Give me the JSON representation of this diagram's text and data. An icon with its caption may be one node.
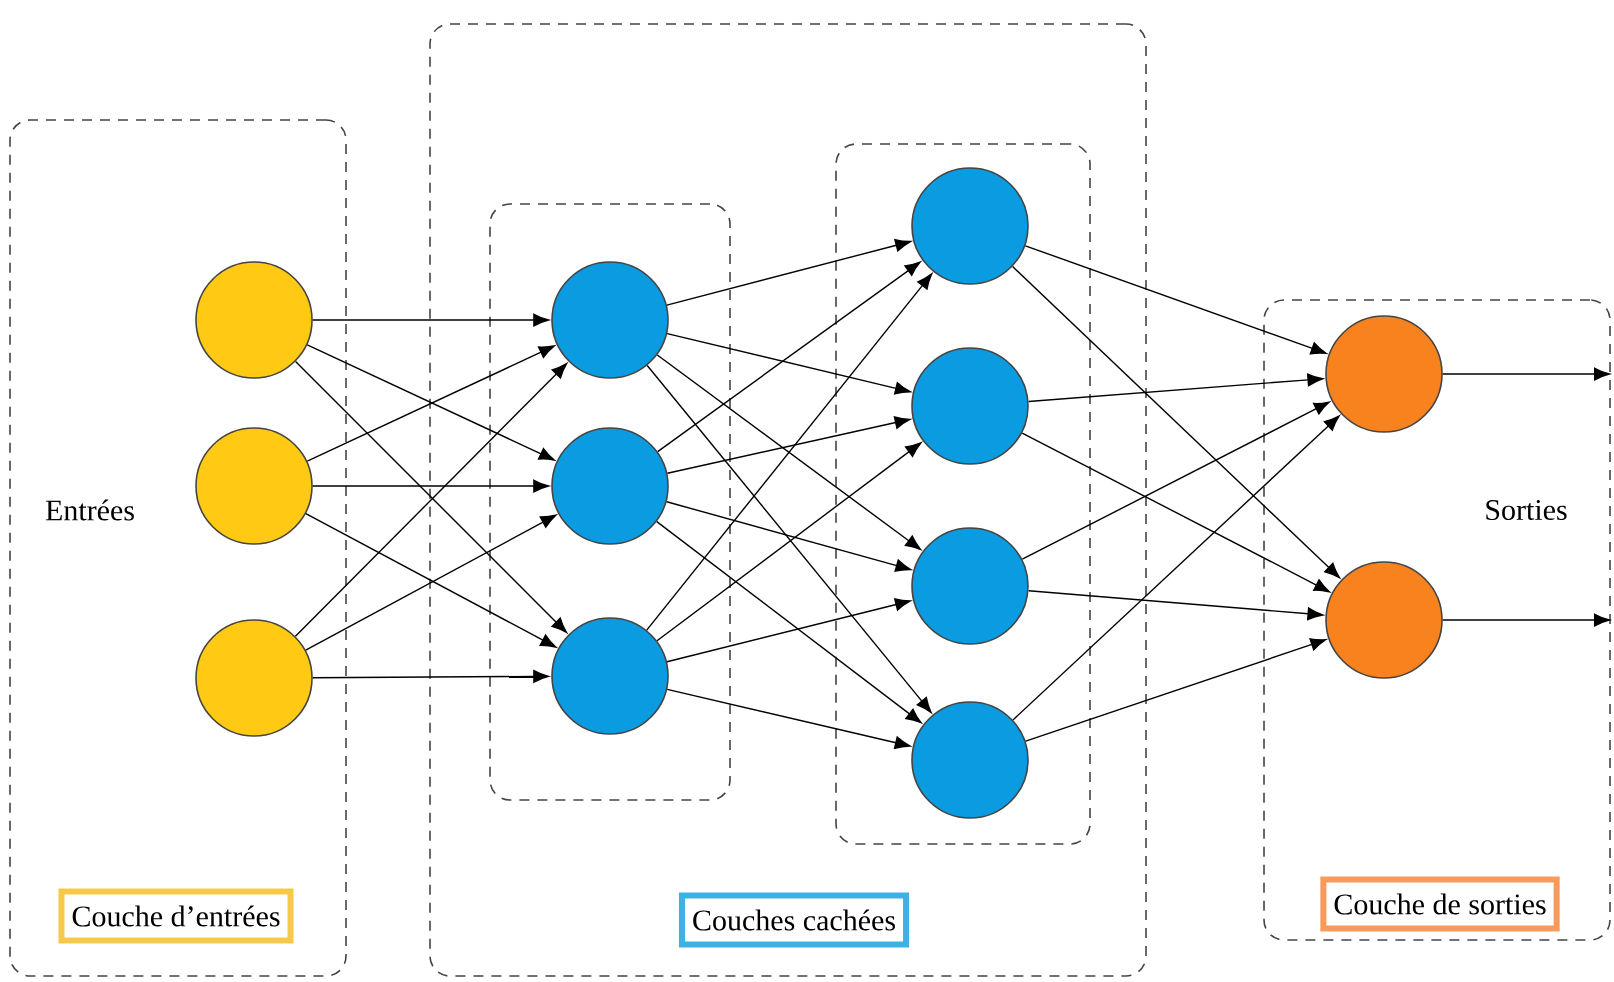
{
  "diagram": {
    "nodes": [
      {
        "text": [
          "Entrées"
        ]
      },
      {
        "text": [
          "Couche d’entrées"
        ],
        "in": 0
      },
      {
        "text": [],
        "shape": "circle",
        "in": 0
      },
      {
        "text": [],
        "shape": "circle",
        "in": 0
      },
      {
        "text": [],
        "shape": "circle",
        "in": 0
      },
      {
        "text": [],
        "shape": "box"
      },
      {
        "text": [
          "Couches cachées"
        ],
        "in": 5
      },
      {
        "text": [],
        "shape": "box",
        "in": 5
      },
      {
        "text": [],
        "shape": "circle",
        "in": 7
      },
      {
        "text": [],
        "shape": "circle",
        "in": 7
      },
      {
        "text": [],
        "shape": "circle",
        "in": 7
      },
      {
        "text": [],
        "shape": "box",
        "in": 5
      },
      {
        "text": [],
        "shape": "circle",
        "in": 11
      },
      {
        "text": [],
        "shape": "circle",
        "in": 11
      },
      {
        "text": [],
        "shape": "circle",
        "in": 11
      },
      {
        "text": [],
        "shape": "circle",
        "in": 11
      },
      {
        "text": [
          "Sorties"
        ]
      },
      {
        "text": [
          "Couche de sorties"
        ],
        "in": 16
      },
      {
        "text": [],
        "shape": "circle",
        "in": 16
      },
      {
        "text": [],
        "shape": "circle",
        "in": 16
      }
    ],
    "edges": [
      {
        "from": 2,
        "to": 8,
        "arrow": "to"
      },
      {
        "from": 2,
        "to": 9,
        "arrow": "to"
      },
      {
        "from": 2,
        "to": 10,
        "arrow": "to"
      },
      {
        "from": 3,
        "to": 8,
        "arrow": "to"
      },
      {
        "from": 3,
        "to": 9,
        "arrow": "to"
      },
      {
        "from": 3,
        "to": 10,
        "arrow": "to"
      },
      {
        "from": 4,
        "to": 8,
        "arrow": "to"
      },
      {
        "from": 4,
        "to": 9,
        "arrow": "to"
      },
      {
        "from": 4,
        "to": 10,
        "arrow": "to"
      },
      {
        "from": 8,
        "to": 12,
        "arrow": "to"
      },
      {
        "from": 8,
        "to": 13,
        "arrow": "to"
      },
      {
        "from": 8,
        "to": 14,
        "arrow": "to"
      },
      {
        "from": 8,
        "to": 15,
        "arrow": "to"
      },
      {
        "from": 9,
        "to": 12,
        "arrow": "to"
      },
      {
        "from": 9,
        "to": 13,
        "arrow": "to"
      },
      {
        "from": 9,
        "to": 14,
        "arrow": "to"
      },
      {
        "from": 9,
        "to": 15,
        "arrow": "to"
      },
      {
        "from": 10,
        "to": 12,
        "arrow": "to"
      },
      {
        "from": 10,
        "to": 13,
        "arrow": "to"
      },
      {
        "from": 10,
        "to": 14,
        "arrow": "to"
      },
      {
        "from": 10,
        "to": 15,
        "arrow": "to"
      },
      {
        "from": 12,
        "to": 18,
        "arrow": "to"
      },
      {
        "from": 12,
        "to": 19,
        "arrow": "to"
      },
      {
        "from": 13,
        "to": 18,
        "arrow": "to"
      },
      {
        "from": 13,
        "to": 19,
        "arrow": "to"
      },
      {
        "from": 14,
        "to": 18,
        "arrow": "to"
      },
      {
        "from": 14,
        "to": 19,
        "arrow": "to"
      },
      {
        "from": 15,
        "to": 18,
        "arrow": "to"
      },
      {
        "from": 15,
        "to": 19,
        "arrow": "to"
      },
      {
        "from": 18,
        "to": null,
        "arrow": "to"
      },
      {
        "from": 19,
        "to": null,
        "arrow": "to"
      }
    ]
  }
}
